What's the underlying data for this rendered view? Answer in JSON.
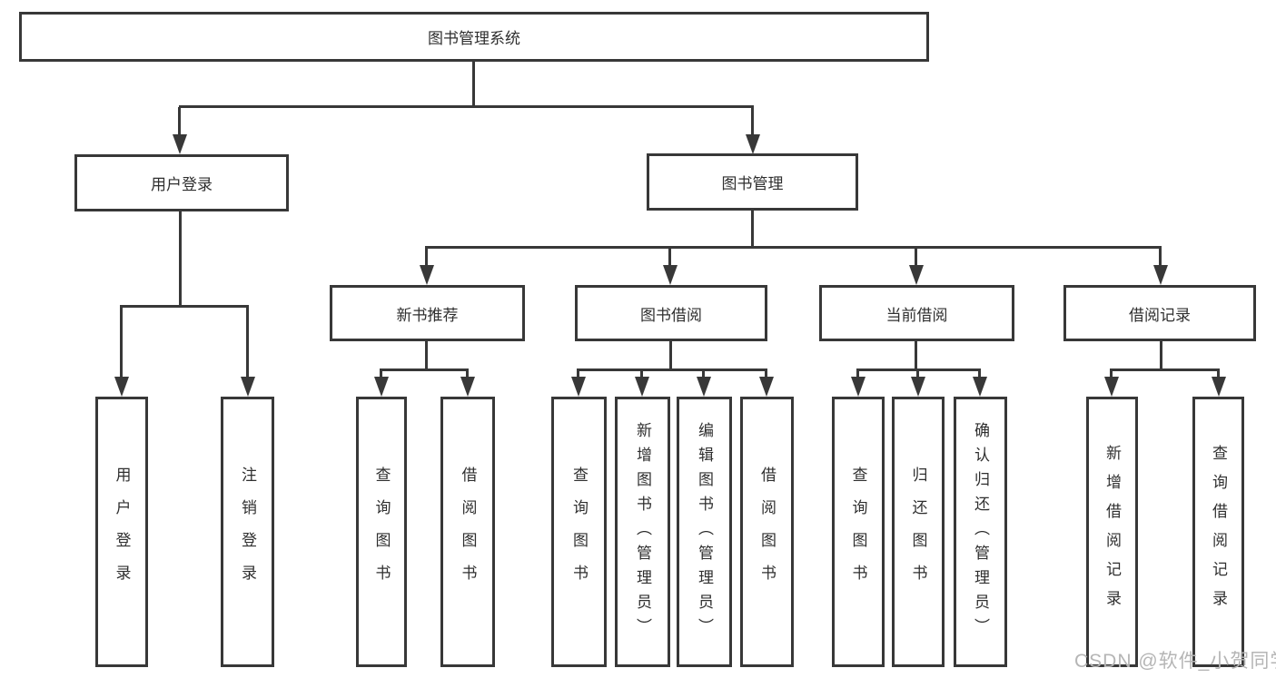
{
  "diagram": {
    "root": {
      "label": "图书管理系统"
    },
    "user_login": {
      "label": "用户登录",
      "leaves": [
        "用户登录",
        "注销登录"
      ]
    },
    "book_mgmt": {
      "label": "图书管理",
      "groups": [
        {
          "label": "新书推荐",
          "leaves": [
            "查询图书",
            "借阅图书"
          ]
        },
        {
          "label": "图书借阅",
          "leaves": [
            "查询图书",
            "新增图书（管理员）",
            "编辑图书（管理员）",
            "借阅图书"
          ]
        },
        {
          "label": "当前借阅",
          "leaves": [
            "查询图书",
            "归还图书",
            "确认归还（管理员）"
          ]
        },
        {
          "label": "借阅记录",
          "leaves": [
            "新增借阅记录",
            "查询借阅记录"
          ]
        }
      ]
    }
  },
  "watermark": "CSDN @软件_小贺同学",
  "colors": {
    "line": "#383838",
    "text": "#2f2f2f",
    "background": "#ffffff",
    "watermark": "#b5b5b5"
  }
}
